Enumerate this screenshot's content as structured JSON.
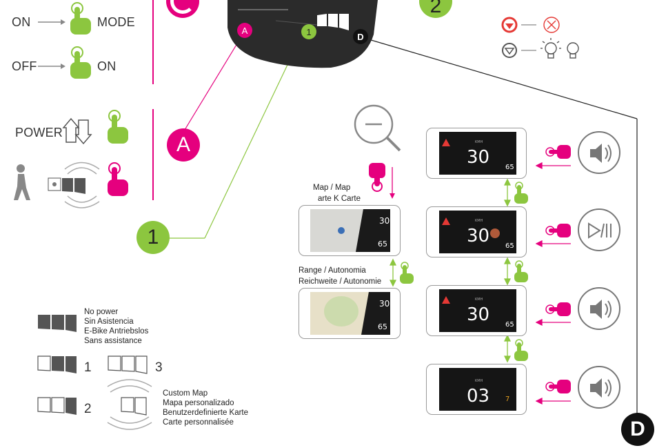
{
  "left_panel": {
    "on_label": "ON",
    "mode_label": "MODE",
    "off_label": "OFF",
    "on2_label": "ON",
    "power_label": "POWER"
  },
  "badges": {
    "a_small": "A",
    "one_small": "1",
    "d_small": "D",
    "two_top": "2",
    "a_big": "A",
    "one_big": "1",
    "d_big": "D"
  },
  "legend": {
    "no_power": [
      "No power",
      "Sin Asistencia",
      "E-Bike Antriebslos",
      "Sans assistance"
    ],
    "level_1": "1",
    "level_2": "2",
    "level_3": "3",
    "custom_map": [
      "Custom Map",
      "Mapa personalizado",
      "Benutzerdefinierte Karte",
      "Carte personnalisée"
    ]
  },
  "map_labels": {
    "map_line1": "Map / Map",
    "map_line2": "arte K Carte",
    "range_line1": "Range / Autonomia",
    "range_line2": "Reichweite / Autonomie"
  },
  "screens": [
    {
      "speed": "30",
      "unit": "KMH",
      "side": "65"
    },
    {
      "speed": "30",
      "unit": "KMH",
      "side": "65"
    },
    {
      "speed": "30",
      "unit": "KMH",
      "side": "65"
    },
    {
      "speed": "03",
      "unit": "KMH",
      "side": "7"
    }
  ],
  "map_screens": [
    {
      "speed": "30",
      "side": "65"
    },
    {
      "speed": "30",
      "side": "65"
    }
  ],
  "colors": {
    "magenta": "#e5007e",
    "green": "#8cc63f",
    "red": "#e53935",
    "gray": "#888888"
  }
}
